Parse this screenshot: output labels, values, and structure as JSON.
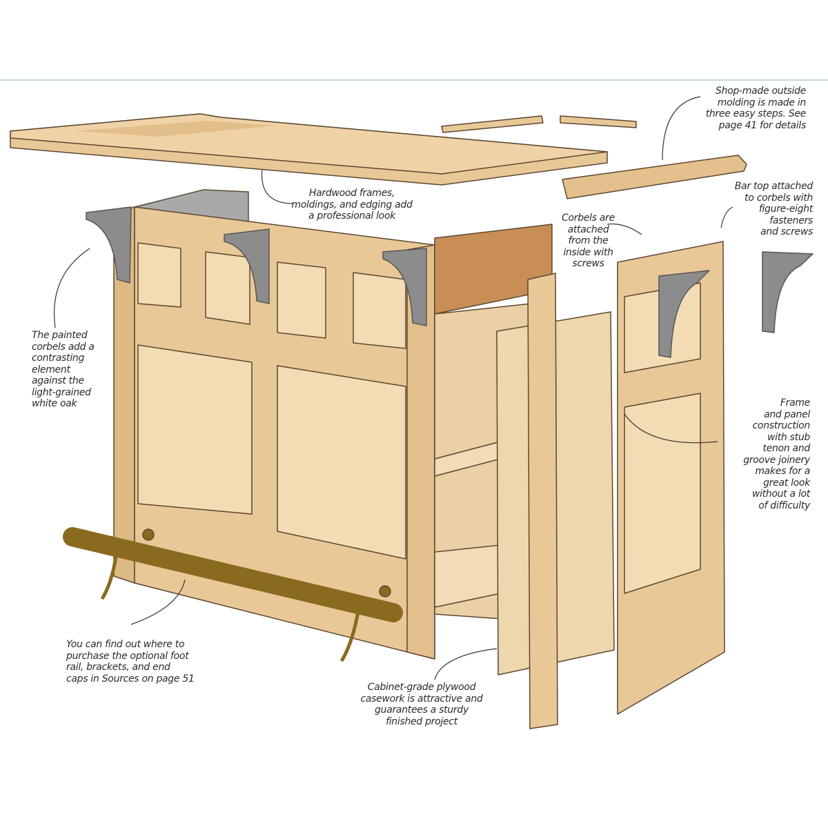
{
  "colors": {
    "wood": "#e9c898",
    "wood_dark": "#d9b27c",
    "panel": "#f3dcb3",
    "corbel": "#8c8c8c",
    "rail": "#8a6a1f",
    "case_back": "#c88e55",
    "outline": "#5a4630"
  },
  "labels": {
    "molding": "Shop-made outside\nmolding is made in\nthree easy steps. See\npage 41 for details",
    "hardwood": "Hardwood frames,\nmoldings, and edging add\na professional look",
    "bar_top": "Bar top attached\nto corbels with\nfigure-eight\nfasteners\nand screws",
    "corbels_attached": "Corbels are\nattached\nfrom the\ninside with\nscrews",
    "painted_corbels": "The painted\ncorbels add a\ncontrasting\nelement\nagainst the\nlight-grained\nwhite oak",
    "frame_panel": "Frame\nand panel\nconstruction\nwith stub\ntenon and\ngroove joinery\nmakes for a\ngreat look\nwithout a lot\nof difficulty",
    "foot_rail": "You can find out where to\npurchase the optional foot\nrail, brackets, and end\ncaps in Sources on page 51",
    "plywood": "Cabinet-grade plywood\ncasework is attractive and\nguarantees a sturdy\nfinished project"
  }
}
